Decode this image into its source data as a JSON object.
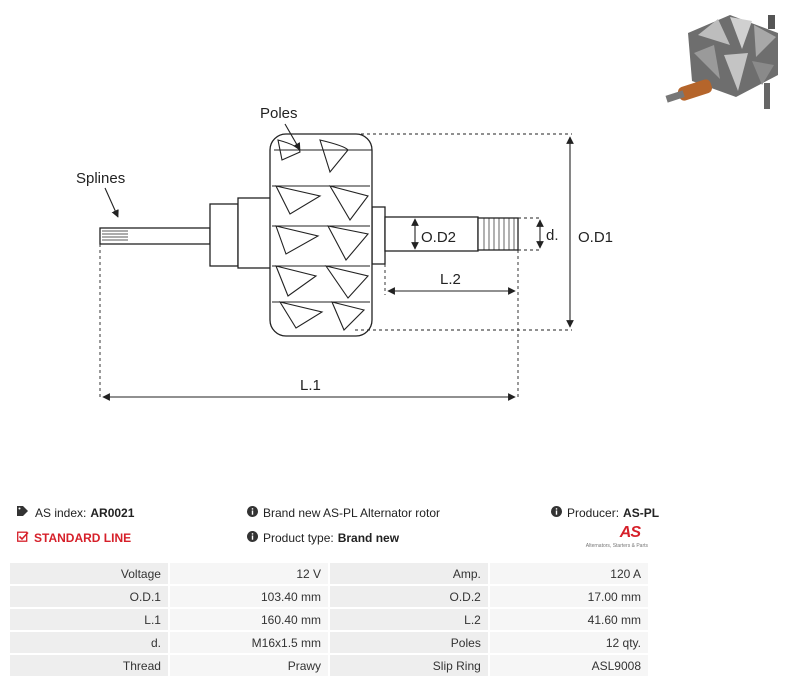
{
  "diagram": {
    "labels": {
      "poles": "Poles",
      "splines": "Splines",
      "od1": "O.D1",
      "od2": "O.D2",
      "d": "d.",
      "l1": "L.1",
      "l2": "L.2"
    }
  },
  "info": {
    "as_index_label": "AS index:",
    "as_index_value": "AR0021",
    "standard_line": "STANDARD LINE",
    "description": "Brand new AS-PL Alternator rotor",
    "product_type_label": "Product type:",
    "product_type_value": "Brand new",
    "producer_label": "Producer:",
    "producer_value": "AS-PL"
  },
  "logo": {
    "mark": "AS",
    "tagline": "Alternators, Starters & Parts"
  },
  "specs": {
    "rows": [
      {
        "k1": "Voltage",
        "v1": "12 V",
        "k2": "Amp.",
        "v2": "120 A"
      },
      {
        "k1": "O.D.1",
        "v1": "103.40 mm",
        "k2": "O.D.2",
        "v2": "17.00 mm"
      },
      {
        "k1": "L.1",
        "v1": "160.40 mm",
        "k2": "L.2",
        "v2": "41.60 mm"
      },
      {
        "k1": "d.",
        "v1": "M16x1.5 mm",
        "k2": "Poles",
        "v2": "12 qty."
      },
      {
        "k1": "Thread",
        "v1": "Prawy",
        "k2": "Slip Ring",
        "v2": "ASL9008"
      }
    ]
  },
  "colors": {
    "accent": "#d6202a",
    "key_cell": "#eeeeee",
    "value_cell": "#f6f6f6"
  }
}
